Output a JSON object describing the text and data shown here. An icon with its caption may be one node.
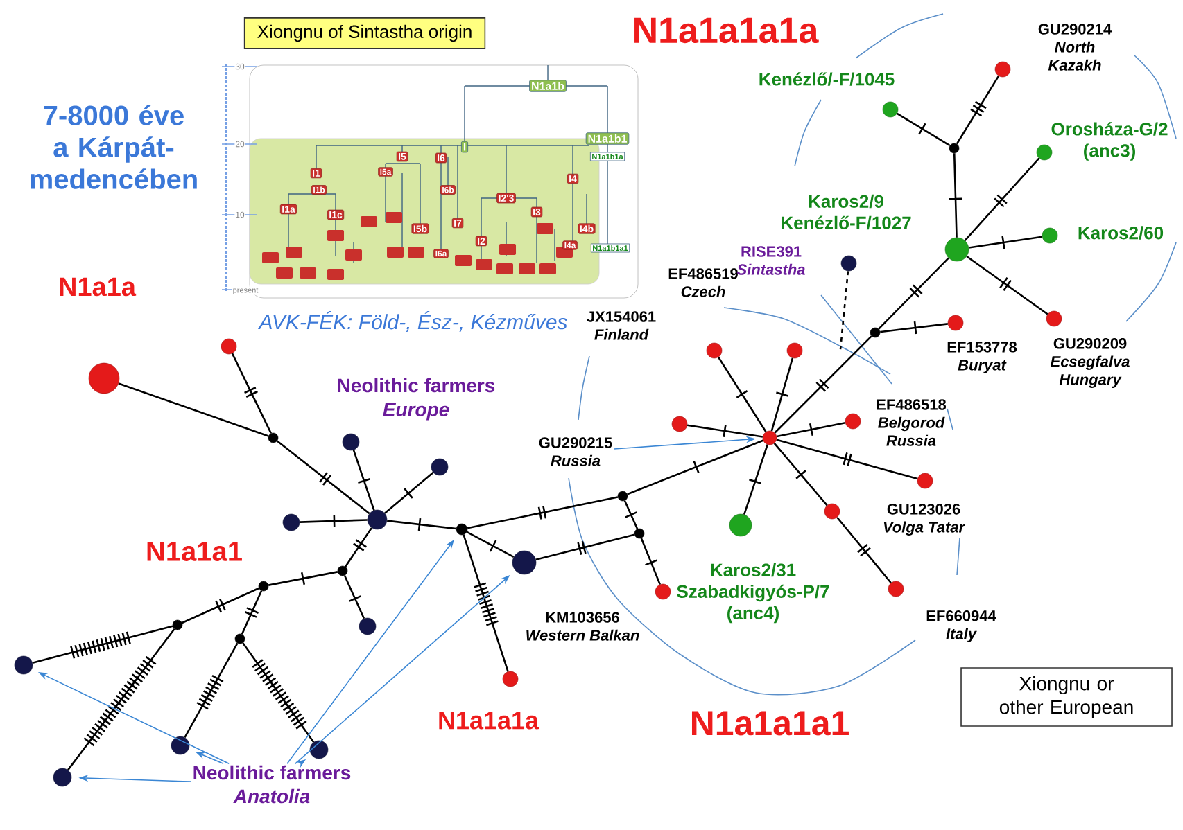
{
  "diagram": {
    "nodes": [
      {
        "text": [
          "Xiongnu of Sintastha origin"
        ]
      },
      {
        "text": [
          "Xiongnu or other European"
        ]
      },
      {
        "text": [
          "GU290215",
          "Russia"
        ]
      },
      {
        "text": [
          "Neolithic farmers",
          "Anatolia"
        ]
      },
      {
        "text": [],
        "shape": "circle"
      },
      {
        "text": [],
        "shape": "circle"
      },
      {
        "text": [],
        "shape": "circle"
      },
      {
        "text": [],
        "shape": "circle"
      },
      {
        "text": [],
        "shape": "circle"
      },
      {
        "text": [],
        "shape": "circle"
      },
      {
        "text": [],
        "shape": "circle"
      },
      {
        "text": [],
        "shape": "circle"
      },
      {
        "text": [],
        "shape": "circle"
      },
      {
        "text": [],
        "shape": "circle"
      },
      {
        "text": [],
        "shape": "circle"
      },
      {
        "text": [],
        "shape": "circle"
      },
      {
        "text": [],
        "shape": "circle"
      },
      {
        "text": [],
        "shape": "circle"
      },
      {
        "text": [],
        "shape": "circle"
      },
      {
        "text": [],
        "shape": "circle"
      },
      {
        "text": [],
        "shape": "circle"
      },
      {
        "text": [],
        "shape": "circle"
      },
      {
        "text": [],
        "shape": "circle"
      },
      {
        "text": [],
        "shape": "circle"
      },
      {
        "text": [],
        "shape": "circle"
      },
      {
        "text": [],
        "shape": "circle",
        "beside": [
          "KM103656",
          "Western Balkan"
        ]
      },
      {
        "text": [],
        "shape": "circle",
        "beside": [
          "JX154061",
          "Finland"
        ]
      },
      {
        "text": [],
        "shape": "circle",
        "beside": [
          "EF486519",
          "Czech"
        ]
      },
      {
        "text": [],
        "shape": "circle",
        "beside": [
          "Karos2/31",
          "Szabadkigyós-P/7",
          "(anc4)"
        ]
      },
      {
        "text": [],
        "shape": "circle"
      },
      {
        "text": [],
        "shape": "circle"
      },
      {
        "text": [],
        "shape": "circle"
      },
      {
        "text": [],
        "shape": "circle",
        "beside": [
          "RISE391",
          "Sintastha"
        ]
      },
      {
        "text": [],
        "shape": "circle",
        "beside": [
          "EF486518",
          "Belgorod",
          "Russia"
        ]
      },
      {
        "text": [],
        "shape": "circle"
      },
      {
        "text": [],
        "shape": "circle",
        "beside": [
          "Kenézlő/-F/1045"
        ]
      },
      {
        "text": [],
        "shape": "circle",
        "beside": [
          "EF660944",
          "Italy"
        ]
      },
      {
        "text": [],
        "shape": "circle",
        "beside": [
          "GU123026",
          "Volga Tatar"
        ]
      },
      {
        "text": [],
        "shape": "circle"
      },
      {
        "text": [],
        "shape": "circle",
        "beside": [
          "EF153778",
          "Buryat"
        ]
      },
      {
        "text": [],
        "shape": "circle",
        "beside": [
          "Karos2/9",
          "Kenézlő-F/1027"
        ]
      },
      {
        "text": [],
        "shape": "circle",
        "beside": [
          "GU290214",
          "North",
          "Kazakh"
        ]
      },
      {
        "text": [],
        "shape": "circle",
        "beside": [
          "Orosháza-G/2",
          "(anc3)"
        ]
      },
      {
        "text": [],
        "shape": "circle",
        "beside": [
          "Karos2/60"
        ]
      },
      {
        "text": [],
        "shape": "circle",
        "beside": [
          "GU290209",
          "Ecsegfalva",
          "Hungary"
        ]
      }
    ],
    "edges": [
      {
        "from": 6,
        "to": 12,
        "arrow": "none"
      },
      {
        "from": 12,
        "to": 9,
        "arrow": "none"
      },
      {
        "from": 12,
        "to": 18,
        "arrow": "none"
      },
      {
        "from": 18,
        "to": 16,
        "arrow": "none"
      },
      {
        "from": 18,
        "to": 19,
        "arrow": "none"
      },
      {
        "from": 18,
        "to": 13,
        "arrow": "none"
      },
      {
        "from": 18,
        "to": 20,
        "arrow": "none"
      },
      {
        "from": 18,
        "to": 15,
        "arrow": "none"
      },
      {
        "from": 15,
        "to": 17,
        "arrow": "none"
      },
      {
        "from": 15,
        "to": 11,
        "arrow": "none"
      },
      {
        "from": 11,
        "to": 7,
        "arrow": "none"
      },
      {
        "from": 7,
        "to": 4,
        "arrow": "none"
      },
      {
        "from": 7,
        "to": 5,
        "arrow": "none"
      },
      {
        "from": 11,
        "to": 10,
        "arrow": "none"
      },
      {
        "from": 10,
        "to": 8,
        "arrow": "none"
      },
      {
        "from": 10,
        "to": 14,
        "arrow": "none"
      },
      {
        "from": 20,
        "to": 22,
        "arrow": "none"
      },
      {
        "from": 20,
        "to": 21,
        "arrow": "none"
      },
      {
        "from": 20,
        "to": 23,
        "arrow": "none"
      },
      {
        "from": 23,
        "to": 24,
        "arrow": "none"
      },
      {
        "from": 22,
        "to": 24,
        "arrow": "none"
      },
      {
        "from": 24,
        "to": 25,
        "arrow": "none"
      },
      {
        "from": 23,
        "to": 29,
        "arrow": "none"
      },
      {
        "from": 29,
        "to": 26,
        "arrow": "none"
      },
      {
        "from": 29,
        "to": 27,
        "arrow": "none"
      },
      {
        "from": 29,
        "to": 30,
        "arrow": "none"
      },
      {
        "from": 29,
        "to": 33,
        "arrow": "none"
      },
      {
        "from": 29,
        "to": 37,
        "arrow": "none"
      },
      {
        "from": 29,
        "to": 31,
        "arrow": "none"
      },
      {
        "from": 31,
        "to": 36,
        "arrow": "none"
      },
      {
        "from": 29,
        "to": 28,
        "arrow": "none"
      },
      {
        "from": 29,
        "to": 34,
        "arrow": "none"
      },
      {
        "from": 34,
        "to": 39,
        "arrow": "none"
      },
      {
        "from": 34,
        "to": 40,
        "arrow": "none"
      },
      {
        "from": 40,
        "to": 38,
        "arrow": "none"
      },
      {
        "from": 38,
        "to": 35,
        "arrow": "none"
      },
      {
        "from": 38,
        "to": 41,
        "arrow": "none"
      },
      {
        "from": 40,
        "to": 42,
        "arrow": "none"
      },
      {
        "from": 40,
        "to": 43,
        "arrow": "none"
      },
      {
        "from": 40,
        "to": 44,
        "arrow": "none"
      },
      {
        "from": 32,
        "to": null,
        "arrow": "none",
        "style": "dashed"
      },
      {
        "from": 2,
        "to": 29,
        "arrow": "to",
        "color": "#3a86d4"
      },
      {
        "from": 3,
        "to": 4,
        "arrow": "to",
        "color": "#3a86d4"
      },
      {
        "from": 3,
        "to": 5,
        "arrow": "to",
        "color": "#3a86d4"
      },
      {
        "from": 3,
        "to": 8,
        "arrow": "to",
        "color": "#3a86d4"
      },
      {
        "from": 3,
        "to": 14,
        "arrow": "to",
        "color": "#3a86d4"
      },
      {
        "from": 3,
        "to": 20,
        "arrow": "to",
        "color": "#3a86d4"
      },
      {
        "from": 3,
        "to": 22,
        "arrow": "to",
        "color": "#3a86d4"
      }
    ],
    "labels": [
      "7-8000 éve a Kárpát-medencében",
      "N1a1a1a1a",
      "30",
      "N1a1b",
      "20",
      "I",
      "N1a1b1",
      "N1a1b1a",
      "I5",
      "I6",
      "I1",
      "I5a",
      "I4",
      "I1b",
      "I6b",
      "I2'3",
      "I1a",
      "I1c",
      "10",
      "I3",
      "I5b",
      "I7",
      "I4b",
      "I2",
      "I4a",
      "N1a1b1a1",
      "I6a",
      "present",
      "N1a1a",
      "AVK-FÉK: Föld-, Ész-, Kézműves",
      "Neolithic farmers",
      "Europe",
      "N1a1a1",
      "N1a1a1a",
      "N1a1a1a1"
    ]
  }
}
